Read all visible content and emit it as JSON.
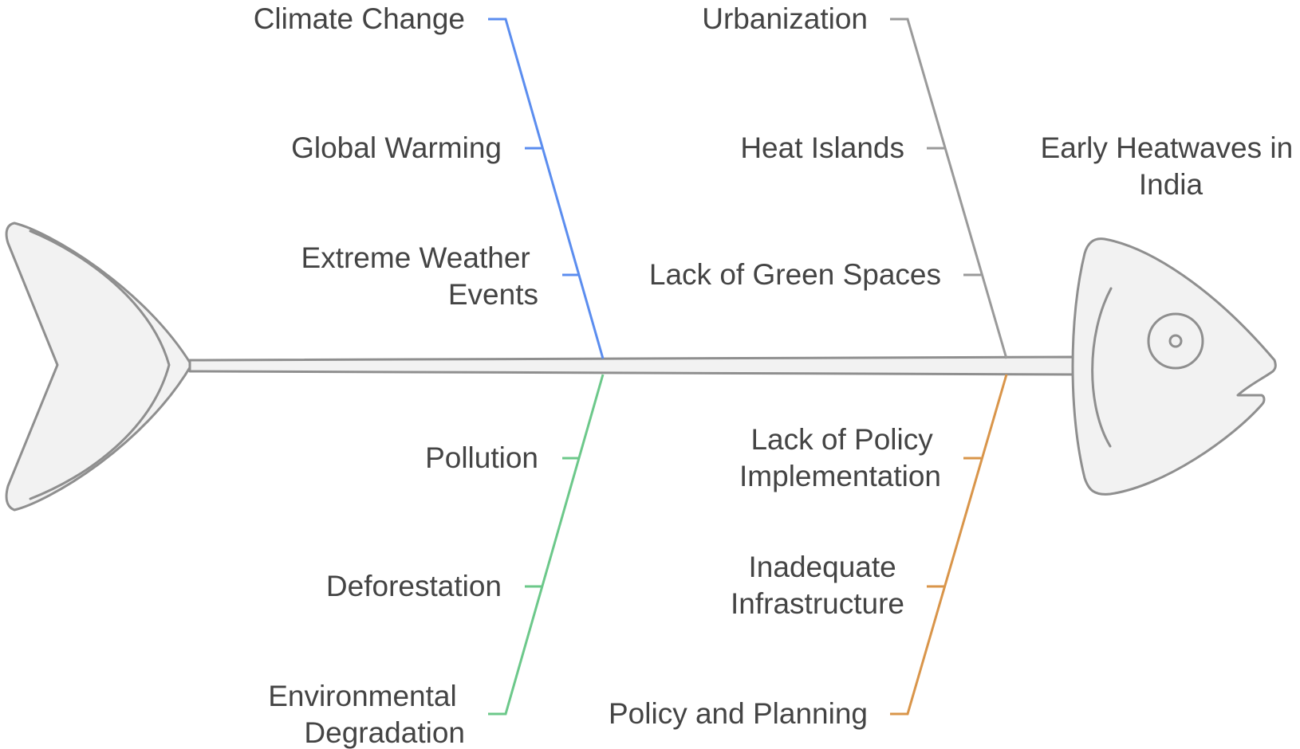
{
  "effect": {
    "line1": "Early Heatwaves in",
    "line2": "India"
  },
  "categories": {
    "climate": {
      "label": "Climate Change",
      "color": "#5b8def",
      "causes": [
        {
          "line1": "Global Warming",
          "line2": ""
        },
        {
          "line1": "Extreme Weather",
          "line2": "Events"
        }
      ]
    },
    "urban": {
      "label": "Urbanization",
      "color": "#9a9a9a",
      "causes": [
        {
          "line1": "Heat Islands",
          "line2": ""
        },
        {
          "line1": "Lack of Green Spaces",
          "line2": ""
        }
      ]
    },
    "environment": {
      "label_line1": "Environmental",
      "label_line2": "Degradation",
      "color": "#6cc88a",
      "causes": [
        {
          "line1": "Pollution",
          "line2": ""
        },
        {
          "line1": "Deforestation",
          "line2": ""
        }
      ]
    },
    "policy": {
      "label": "Policy and Planning",
      "color": "#d9954a",
      "causes": [
        {
          "line1": "Lack of Policy",
          "line2": "Implementation"
        },
        {
          "line1": "Inadequate",
          "line2": "Infrastructure"
        }
      ]
    }
  }
}
